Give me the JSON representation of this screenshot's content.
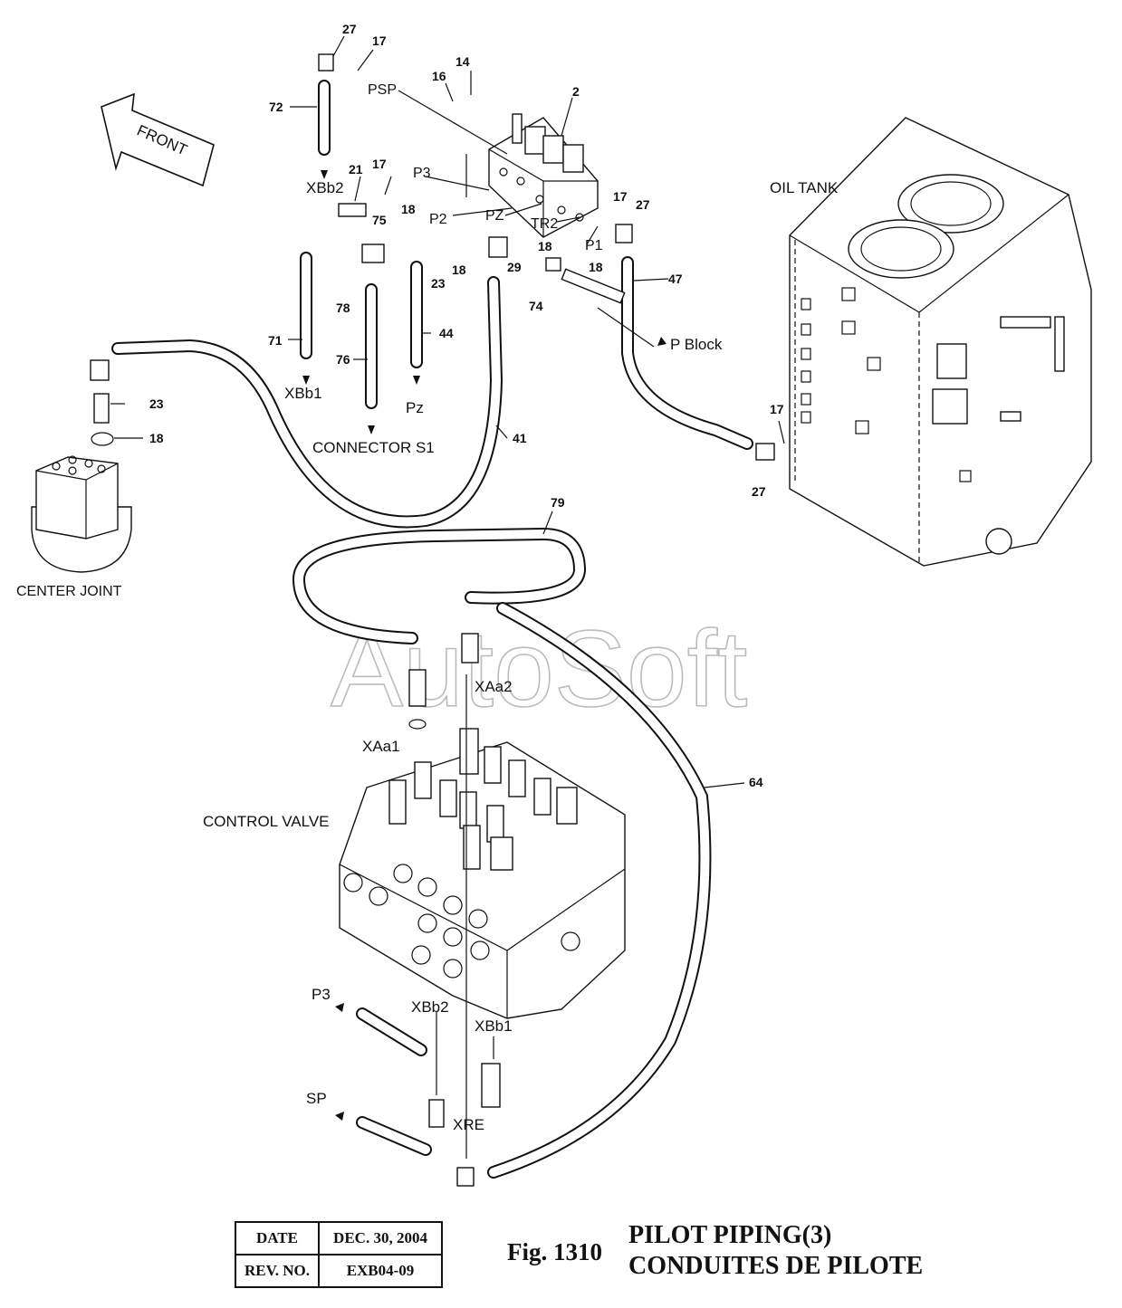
{
  "watermark": "AutoSoft",
  "front_arrow": "FRONT",
  "labels": {
    "oil_tank": "OIL TANK",
    "center_joint": "CENTER JOINT",
    "control_valve": "CONTROL VALVE",
    "connector_s1": "CONNECTOR S1",
    "p_block": "P Block",
    "xbb2_top": "XBb2",
    "xbb1_top": "XBb1",
    "pz_top": "Pz",
    "psp": "PSP",
    "p3_top": "P3",
    "p2": "P2",
    "pz": "PZ",
    "tr2": "TR2",
    "p1": "P1",
    "xaa1": "XAa1",
    "xaa2": "XAa2",
    "p3_bottom": "P3",
    "xbb2_bottom": "XBb2",
    "xbb1_bottom": "XBb1",
    "sp": "SP",
    "xre": "XRE"
  },
  "part_numbers": {
    "n27a": "27",
    "n17a": "17",
    "n14": "14",
    "n16": "16",
    "n2": "2",
    "n72": "72",
    "n21": "21",
    "n17b": "17",
    "n75": "75",
    "n18a": "18",
    "n17c": "17",
    "n27b": "27",
    "n18b": "18",
    "n18c": "18",
    "n29": "29",
    "n18d": "18",
    "n47": "47",
    "n23a": "23",
    "n74": "74",
    "n78": "78",
    "n71": "71",
    "n44": "44",
    "n76": "76",
    "n41": "41",
    "n23b": "23",
    "n18e": "18",
    "n17d": "17",
    "n27c": "27",
    "n79": "79",
    "n64": "64"
  },
  "title_block": {
    "date_label": "DATE",
    "date_value": "DEC. 30, 2004",
    "rev_label": "REV. NO.",
    "rev_value": "EXB04-09"
  },
  "figure": {
    "number": "Fig. 1310",
    "title_en": "PILOT PIPING(3)",
    "title_fr": "CONDUITES DE PILOTE"
  }
}
